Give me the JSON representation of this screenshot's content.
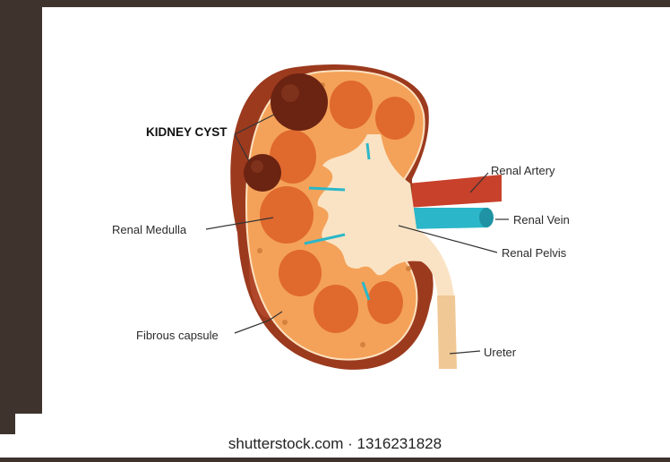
{
  "labels": {
    "kidney_cyst": "KIDNEY CYST",
    "renal_medulla": "Renal Medulla",
    "fibrous_capsule": "Fibrous capsule",
    "renal_artery": "Renal Artery",
    "renal_vein": "Renal Vein",
    "renal_pelvis": "Renal Pelvis",
    "ureter": "Ureter"
  },
  "caption": "shutterstock.com · 1316231828",
  "colors": {
    "frame": "#3e332d",
    "background": "#ffffff",
    "outer_capsule": "#9c3a1e",
    "cortex": "#f4a259",
    "pyramid": "#e0692e",
    "pelvis": "#fae3c4",
    "cyst": "#6b2312",
    "artery": "#c8412b",
    "vein": "#2bb7c9"
  }
}
